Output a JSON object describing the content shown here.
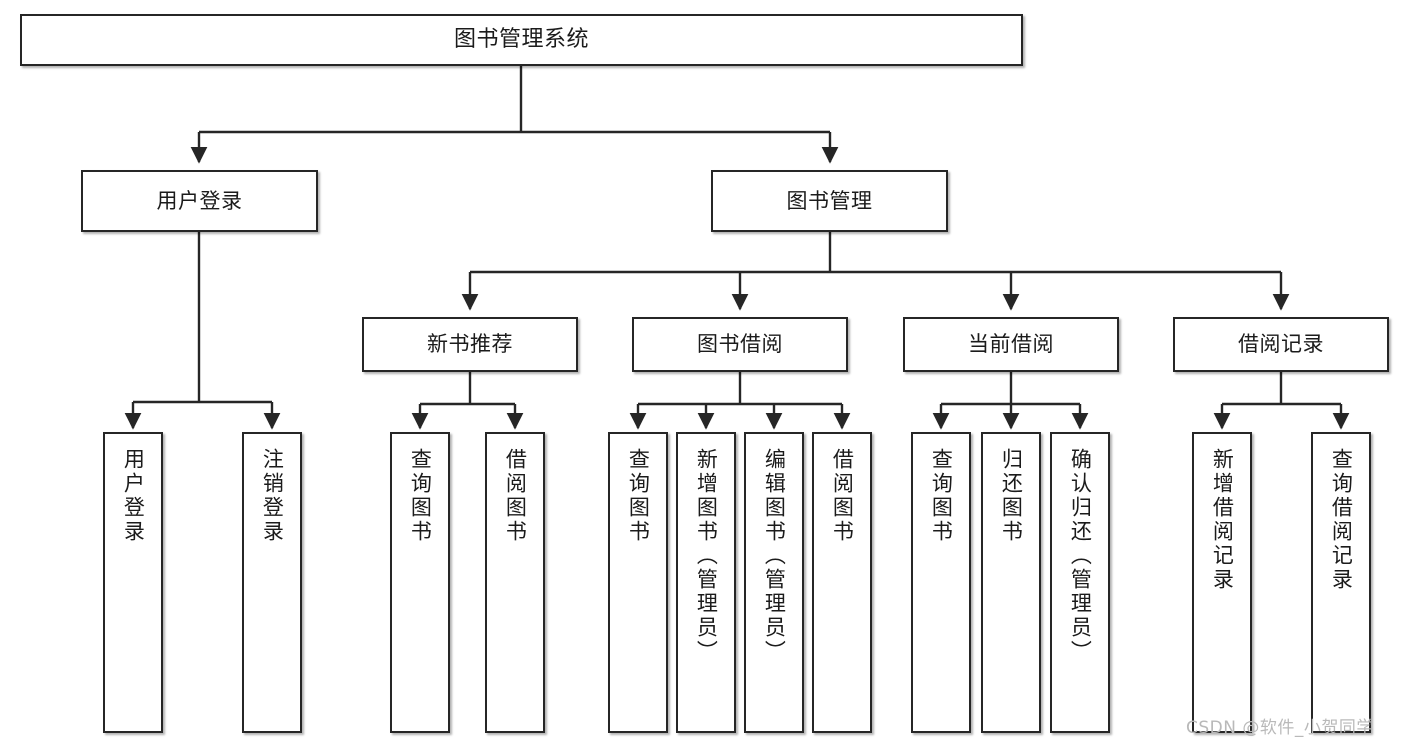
{
  "diagram": {
    "title": "图书管理系统",
    "type": "tree",
    "watermark": "CSDN @软件_小贺同学",
    "colors": {
      "box_border": "#262626",
      "box_fill": "#ffffff",
      "edge": "#262626",
      "text": "#1b1b1b",
      "watermark": "#b9b9b9"
    },
    "nodes": {
      "root": {
        "label": "图书管理系统"
      },
      "level2": [
        {
          "id": "user-login",
          "label": "用户登录"
        },
        {
          "id": "book-management",
          "label": "图书管理"
        }
      ],
      "level3": [
        {
          "id": "new-book-recommend",
          "label": "新书推荐"
        },
        {
          "id": "book-borrow",
          "label": "图书借阅"
        },
        {
          "id": "current-borrow",
          "label": "当前借阅"
        },
        {
          "id": "borrow-record",
          "label": "借阅记录"
        }
      ],
      "leaves": {
        "user-login": [
          {
            "id": "leaf-user-login",
            "label": "用户登录"
          },
          {
            "id": "leaf-logout",
            "label": "注销登录"
          }
        ],
        "new-book-recommend": [
          {
            "id": "leaf-query-book-1",
            "label": "查询图书"
          },
          {
            "id": "leaf-borrow-book-1",
            "label": "借阅图书"
          }
        ],
        "book-borrow": [
          {
            "id": "leaf-query-book-2",
            "label": "查询图书"
          },
          {
            "id": "leaf-add-book",
            "label": "新增图书（管理员）"
          },
          {
            "id": "leaf-edit-book",
            "label": "编辑图书（管理员）"
          },
          {
            "id": "leaf-borrow-book-2",
            "label": "借阅图书"
          }
        ],
        "current-borrow": [
          {
            "id": "leaf-query-book-3",
            "label": "查询图书"
          },
          {
            "id": "leaf-return-book",
            "label": "归还图书"
          },
          {
            "id": "leaf-confirm-return",
            "label": "确认归还（管理员）"
          }
        ],
        "borrow-record": [
          {
            "id": "leaf-add-record",
            "label": "新增借阅记录"
          },
          {
            "id": "leaf-query-record",
            "label": "查询借阅记录"
          }
        ]
      }
    }
  }
}
